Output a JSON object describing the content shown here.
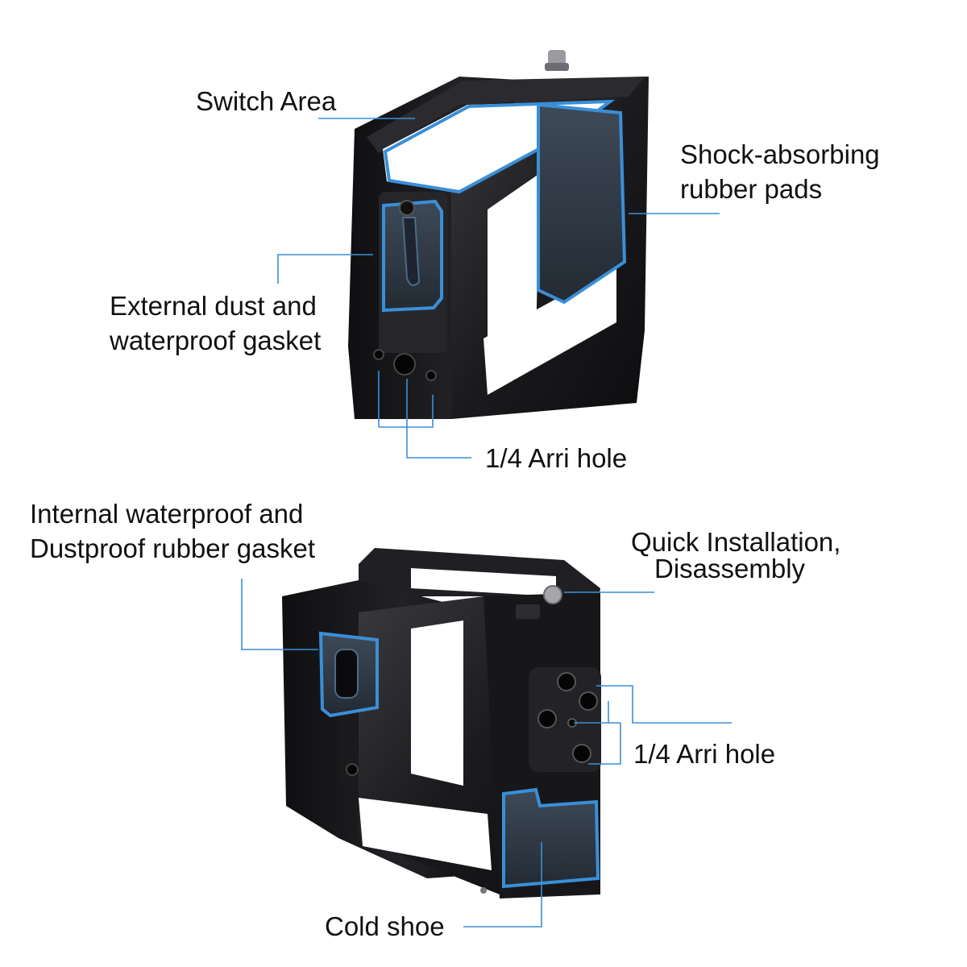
{
  "image": {
    "subject": "Metal camera cage shown from two angles with callout labels",
    "accent_color": "#3a8fd8",
    "metal_color": "#1c1c1e"
  },
  "callouts": {
    "switch_area": "Switch Area",
    "shock_pads_line1": "Shock-absorbing",
    "shock_pads_line2": "rubber pads",
    "external_gasket_line1": "External dust and",
    "external_gasket_line2": "waterproof gasket",
    "arri_hole_top": "1/4 Arri hole",
    "internal_gasket_line1": "Internal waterproof and",
    "internal_gasket_line2": "Dustproof rubber gasket",
    "quick_install_line1": "Quick Installation,",
    "quick_install_line2": "Disassembly",
    "arri_hole_bottom": "1/4 Arri hole",
    "cold_shoe": "Cold shoe"
  }
}
